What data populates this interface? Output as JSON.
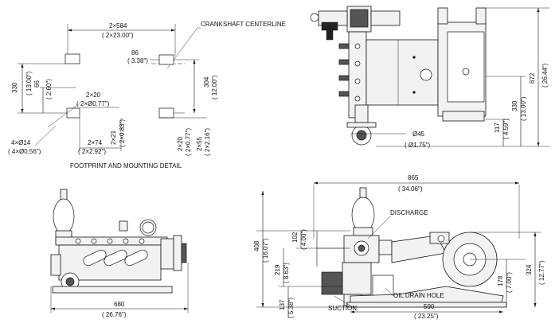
{
  "footprint": {
    "dim_584": "2×584",
    "dim_584_in": "( 2×23.00\")",
    "crankshaft_label": "CRANKSHAFT CENTERLINE",
    "dim_86": "86",
    "dim_86_in": "( 3.38\")",
    "dim_330": "330",
    "dim_330_in": "( 13.00\")",
    "dim_66": "66",
    "dim_66_in": "( 2.60\")",
    "dim_304": "304",
    "dim_304_in": "( 12.00\")",
    "dim_hole20": "2×20",
    "dim_hole20_in": "( 2×Ø0.77\")",
    "dim_4x14": "4×Ø14",
    "dim_4x14_in": "( 4×Ø0.56\")",
    "dim_74": "2×74",
    "dim_74_in": "( 2×2.92\")",
    "dim_21": "2×21",
    "dim_21_in": "( 2×0.83\")",
    "dim_20b": "2×20",
    "dim_20b_in": "( 2×0.77\")",
    "dim_55": "2×55",
    "dim_55_in": "( 2×2.16\")",
    "caption": "FOOTPRINT AND MOUNTING DETAIL"
  },
  "top_view": {
    "dim_672": "672",
    "dim_672_in": "( 26.44\")",
    "dim_330": "330",
    "dim_330_in": "( 13.00\")",
    "dim_117": "117",
    "dim_117_in": "( 4.59\")",
    "dim_d45": "Ø45",
    "dim_d45_in": "( Ø1.75\")"
  },
  "front_view": {
    "dim_680": "680",
    "dim_680_in": "( 26.76\")"
  },
  "side_view": {
    "dim_865": "865",
    "dim_865_in": "( 34.06\")",
    "discharge_label": "DISCHARGE",
    "dim_408": "408",
    "dim_408_in": "( 16.07\")",
    "dim_102": "102",
    "dim_102_in": "( 4.00\")",
    "dim_219": "219",
    "dim_219_in": "( 8.63\")",
    "dim_137": "137",
    "dim_137_in": "( 5.38\")",
    "suction_label": "SUCTION",
    "oil_drain_label": "OIL DRAIN HOLE",
    "dim_590": "590",
    "dim_590_in": "( 23.25\")",
    "dim_178": "178",
    "dim_178_in": "( 7.00\")",
    "dim_324": "324",
    "dim_324_in": "( 12.77\")"
  }
}
